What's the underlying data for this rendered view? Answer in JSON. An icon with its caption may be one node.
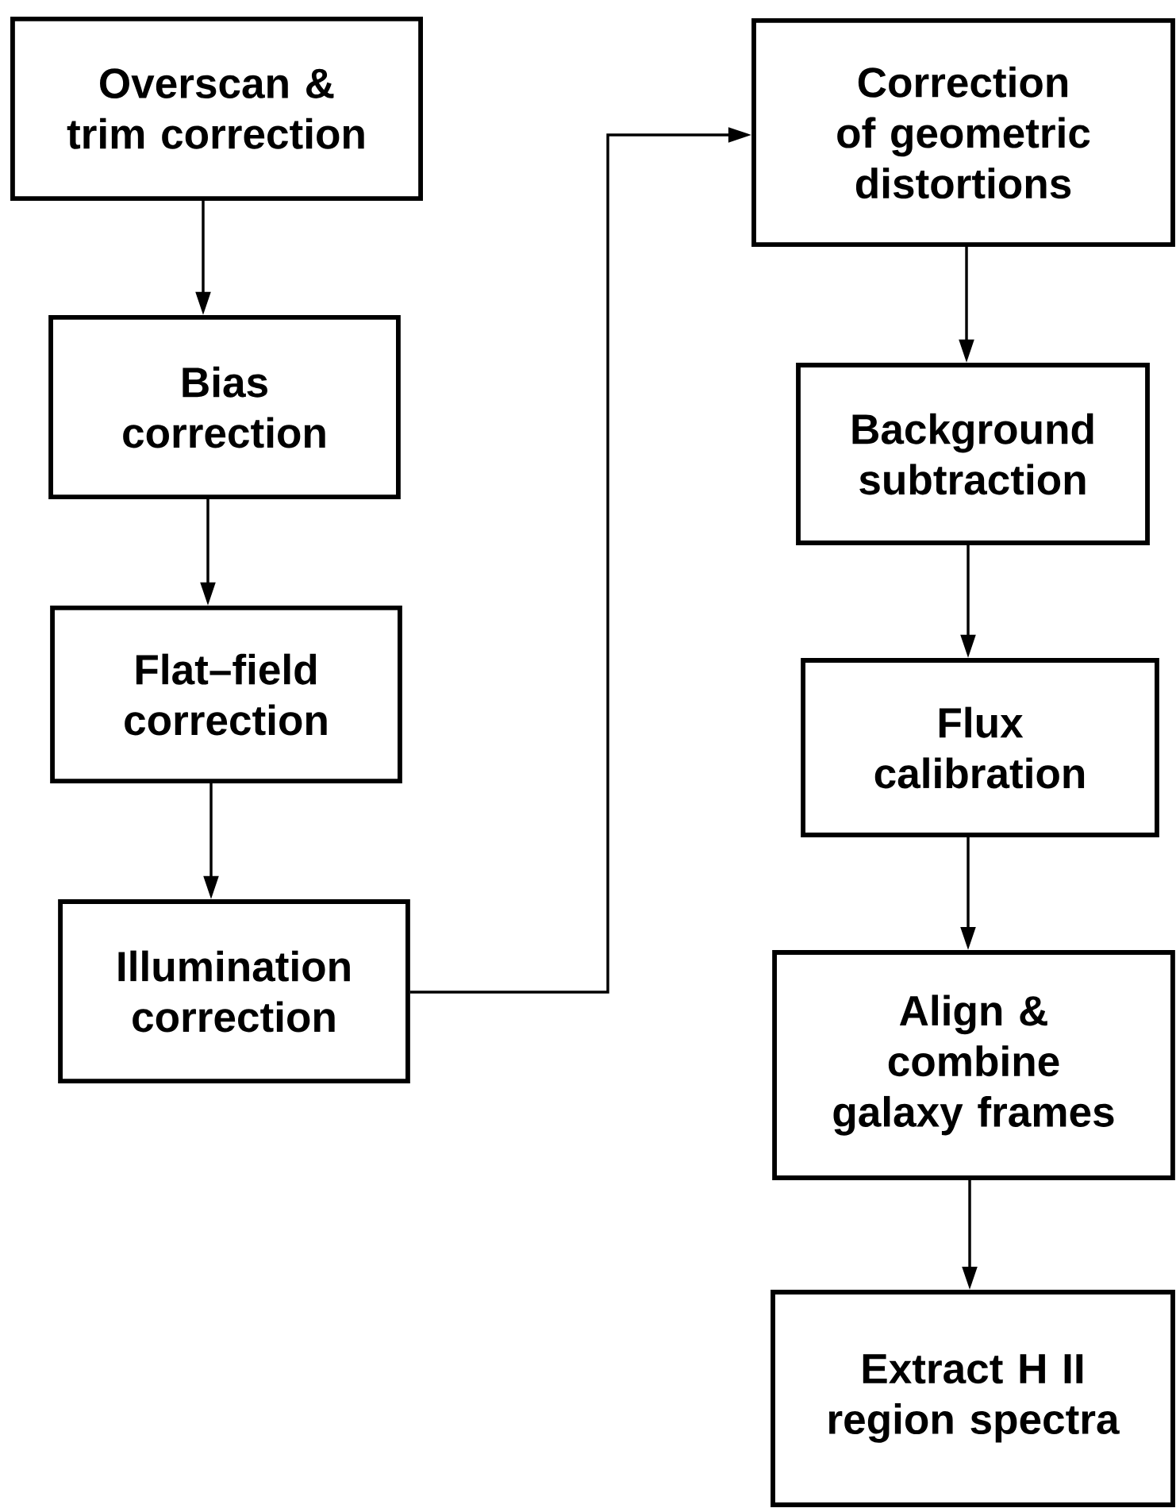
{
  "diagram": {
    "nodes": [
      {
        "text": [
          "Overscan & trim correction"
        ]
      },
      {
        "text": [
          "Bias correction"
        ]
      },
      {
        "text": [
          "Flat–field correction"
        ]
      },
      {
        "text": [
          "Illumination correction"
        ]
      },
      {
        "text": [
          "Correction of geometric distortions"
        ]
      },
      {
        "text": [
          "Background subtraction"
        ]
      },
      {
        "text": [
          "Flux calibration"
        ]
      },
      {
        "text": [
          "Align & combine galaxy frames"
        ]
      },
      {
        "text": [
          "Extract H II region spectra"
        ]
      }
    ],
    "edges": [
      {
        "from": 0,
        "to": 1,
        "arrow": "to"
      },
      {
        "from": 1,
        "to": 2,
        "arrow": "to"
      },
      {
        "from": 2,
        "to": 3,
        "arrow": "to"
      },
      {
        "from": 3,
        "to": 4,
        "arrow": "to"
      },
      {
        "from": 4,
        "to": 5,
        "arrow": "to"
      },
      {
        "from": 5,
        "to": 6,
        "arrow": "to"
      },
      {
        "from": 6,
        "to": 7,
        "arrow": "to"
      },
      {
        "from": 7,
        "to": 8,
        "arrow": "to"
      }
    ]
  }
}
